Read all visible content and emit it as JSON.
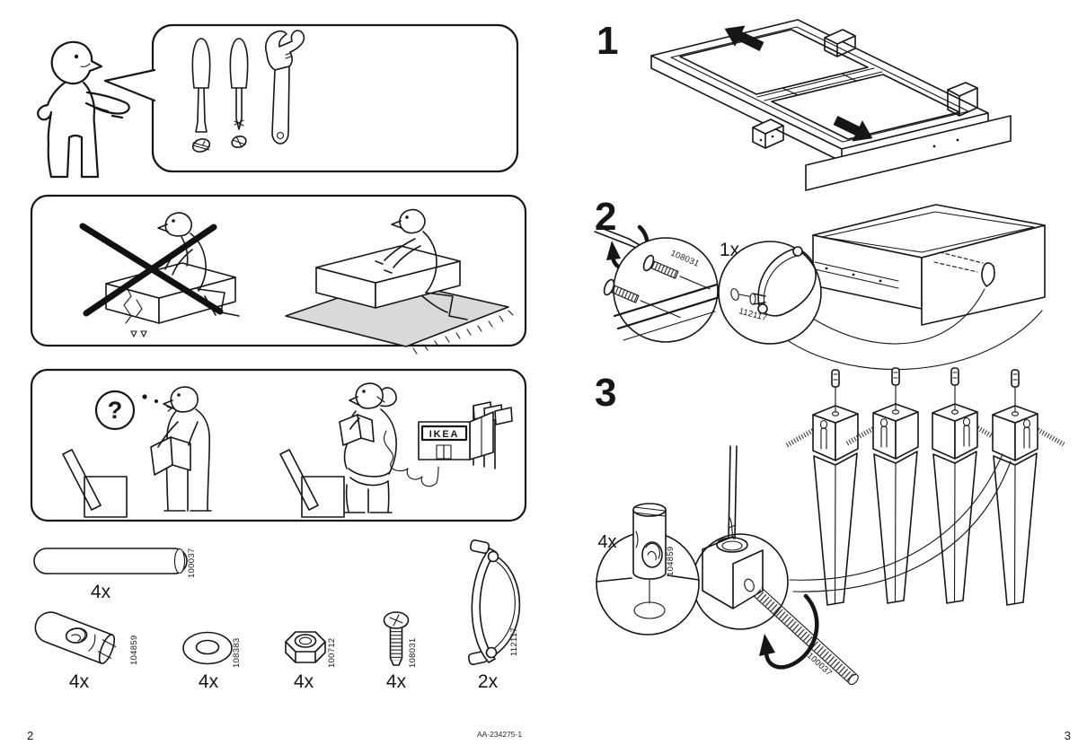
{
  "document": {
    "kind": "IKEA assembly instruction spread",
    "code": "AA-234275-1",
    "brand_sign": "IKEA",
    "ink_color": "#161616",
    "rug_shadow_color": "#d9d9d9"
  },
  "left_page": {
    "page_number": "2",
    "tools": [
      "flathead-screwdriver",
      "phillips-screwdriver",
      "adjustable-wrench"
    ],
    "help_panel": {
      "question_mark": "?"
    },
    "parts": [
      {
        "part_number": "100037",
        "quantity": "4x",
        "name": "threaded-rod"
      },
      {
        "part_number": "104859",
        "quantity": "4x",
        "name": "barrel-nut"
      },
      {
        "part_number": "108383",
        "quantity": "4x",
        "name": "washer"
      },
      {
        "part_number": "100712",
        "quantity": "4x",
        "name": "hex-nut"
      },
      {
        "part_number": "108031",
        "quantity": "4x",
        "name": "machine-screw"
      },
      {
        "part_number": "112117",
        "quantity": "2x",
        "name": "cup-handle"
      }
    ]
  },
  "right_page": {
    "page_number": "3",
    "steps": [
      {
        "number": "1"
      },
      {
        "number": "2",
        "screw_part": "108031",
        "handle_qty": "1x",
        "handle_part": "112117"
      },
      {
        "number": "3",
        "nut_qty": "4x",
        "nut_part": "104859",
        "rod_part": "100037"
      }
    ]
  }
}
